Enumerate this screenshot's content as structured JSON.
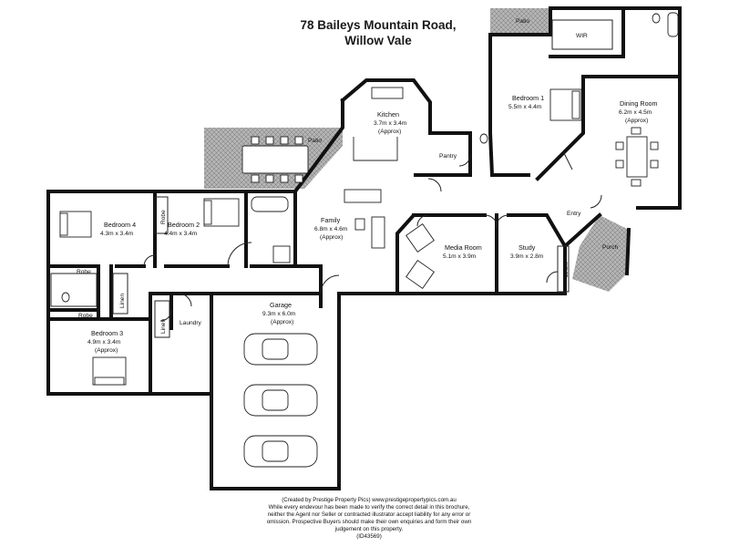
{
  "title": {
    "line1": "78 Baileys Mountain Road,",
    "line2": "Willow Vale"
  },
  "rooms": {
    "patio_top": {
      "name": "Patio"
    },
    "wir": {
      "name": "WIR"
    },
    "bedroom1": {
      "name": "Bedroom 1",
      "dim": "5.5m x 4.4m"
    },
    "dining": {
      "name": "Dining Room",
      "dim": "6.2m x 4.5m",
      "note": "(Approx)"
    },
    "kitchen": {
      "name": "Kitchen",
      "dim": "3.7m x 3.4m",
      "note": "(Approx)"
    },
    "patio_left": {
      "name": "Patio"
    },
    "pantry": {
      "name": "Pantry"
    },
    "bedroom4": {
      "name": "Bedroom 4",
      "dim": "4.3m x 3.4m"
    },
    "bedroom2": {
      "name": "Bedroom 2",
      "dim": "4.4m x 3.4m"
    },
    "robe_b2": {
      "name": "Robe"
    },
    "family": {
      "name": "Family",
      "dim": "6.8m x 4.6m",
      "note": "(Approx)"
    },
    "entry": {
      "name": "Entry"
    },
    "media": {
      "name": "Media Room",
      "dim": "5.1m x 3.9m"
    },
    "study": {
      "name": "Study",
      "dim": "3.9m x 2.8m"
    },
    "porch": {
      "name": "Porch"
    },
    "linen_study": {
      "name": "Linen"
    },
    "robe_b4": {
      "name": "Robe"
    },
    "linen_bath": {
      "name": "Linen"
    },
    "robe_b3": {
      "name": "Robe"
    },
    "bedroom3": {
      "name": "Bedroom 3",
      "dim": "4.9m x 3.4m",
      "note": "(Approx)"
    },
    "linen_laundry": {
      "name": "Linen"
    },
    "laundry": {
      "name": "Laundry"
    },
    "garage": {
      "name": "Garage",
      "dim": "9.3m x 6.0m",
      "note": "(Approx)"
    }
  },
  "disclaimer": {
    "line1": "(Created by Prestige Property Pics) www.prestigepropertypics.com.au",
    "line2": "While every endevour has been made to verify the correct detail in this brochure,",
    "line3": "neither the Agent nor Seller or contracted illustrator accept liability for any error or",
    "line4": "omission. Prospective Buyers should make their own enquiries and form their own",
    "line5": "judgement on this property.",
    "line6": "(ID43569)"
  },
  "colors": {
    "wall": "#111111",
    "patio_fill": "#9a9a9a",
    "background": "#ffffff"
  }
}
